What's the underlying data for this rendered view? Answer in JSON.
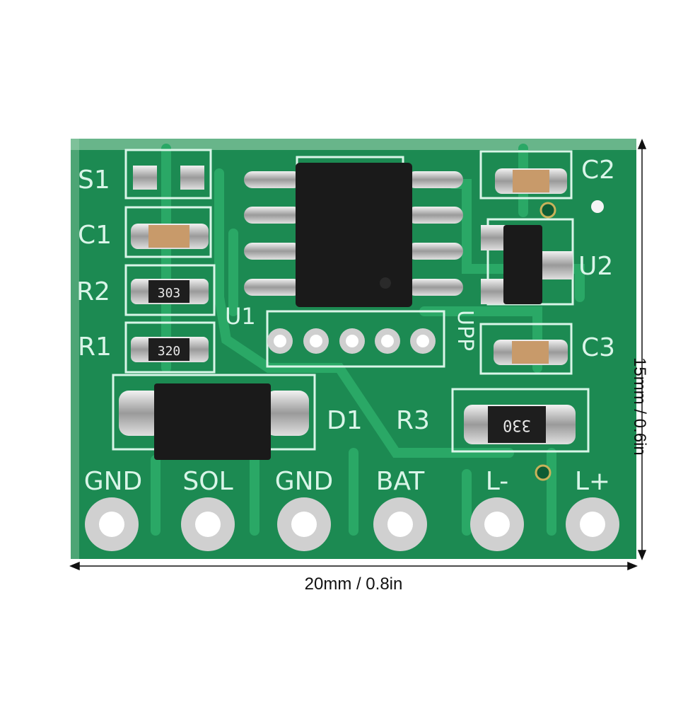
{
  "dimensions": {
    "width_label": "20mm / 0.8in",
    "height_label": "15mm / 0.6in"
  },
  "board": {
    "silkscreen": {
      "s1": "S1",
      "c1": "C1",
      "r2": "R2",
      "r1": "R1",
      "u1": "U1",
      "upp": "UPP",
      "c2": "C2",
      "u2": "U2",
      "c3": "C3",
      "d1": "D1",
      "r3": "R3"
    },
    "resistor_codes": {
      "r2": "303",
      "r1": "320",
      "r3": "330"
    },
    "pads": [
      "GND",
      "SOL",
      "GND",
      "BAT",
      "L-",
      "L+"
    ]
  },
  "colors": {
    "pcb_green": "#1c8a52",
    "silkscreen": "#d9f5e8",
    "ic_black": "#1a1a1a",
    "solder": "#c8c8c8"
  }
}
